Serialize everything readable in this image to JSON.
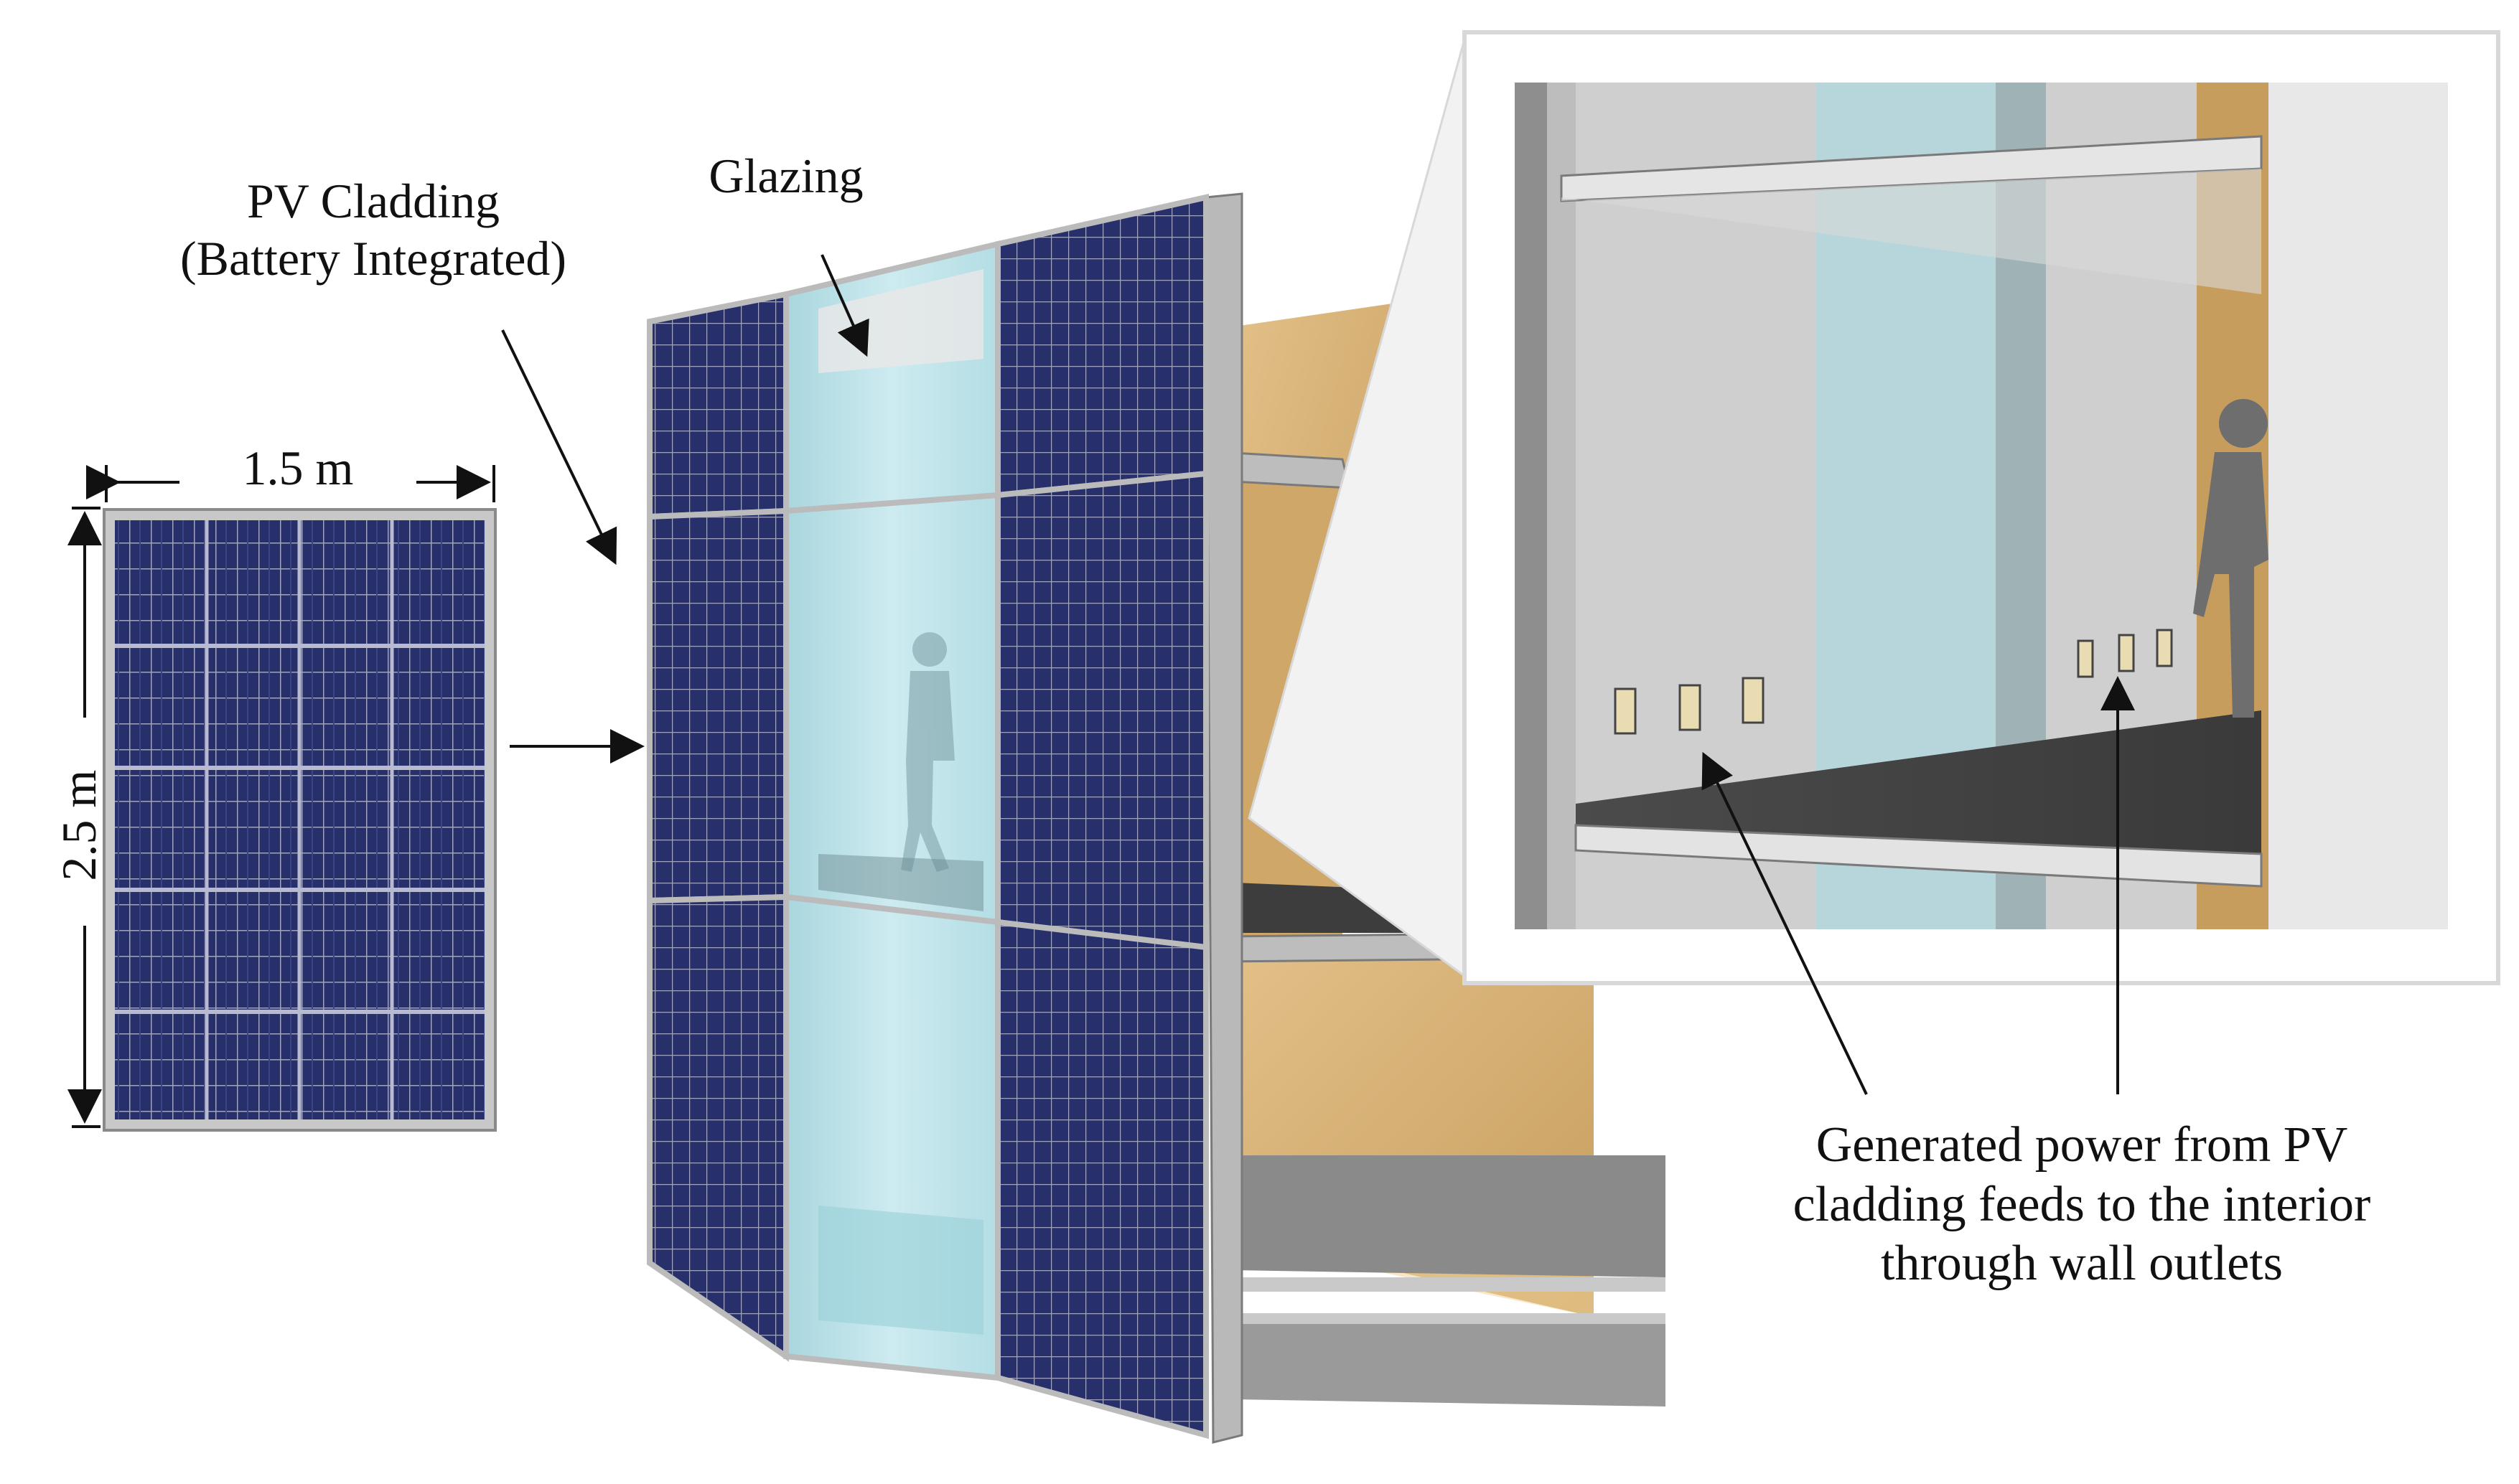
{
  "labels": {
    "pv_cladding_line1": "PV Cladding",
    "pv_cladding_line2": "(Battery Integrated)",
    "glazing": "Glazing",
    "width_dim": "1.5 m",
    "height_dim": "2.5 m",
    "caption_line1": "Generated power from PV",
    "caption_line2": "cladding feeds to the interior",
    "caption_line3": "through wall outlets"
  },
  "colors": {
    "pv_cell": "#27306b",
    "pv_grid": "#c9cbd6",
    "frame": "#c8c8c8",
    "glass": "#bfe4ea",
    "wood": "#d9b77e",
    "interior_wall": "#d0d0d0",
    "floor": "#4a4a4a",
    "figure": "#6b6b6b"
  }
}
